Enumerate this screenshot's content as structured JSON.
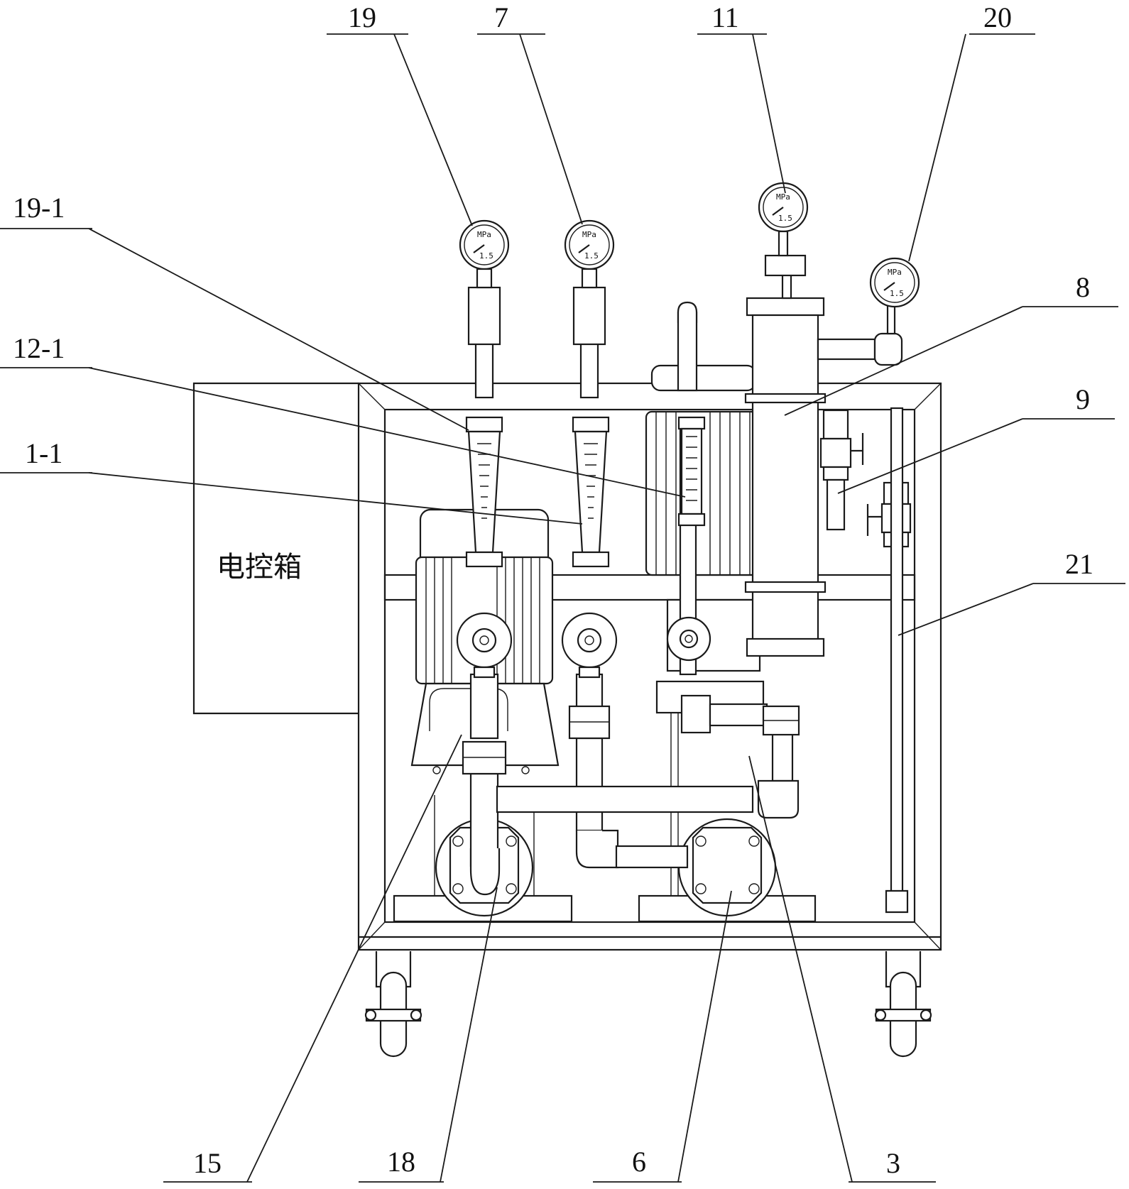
{
  "labels": {
    "l19": "19",
    "l7": "7",
    "l11": "11",
    "l20": "20",
    "l19_1": "19-1",
    "l12_1": "12-1",
    "l1_1": "1-1",
    "l8": "8",
    "l9": "9",
    "l21": "21",
    "l15": "15",
    "l18": "18",
    "l6": "6",
    "l3": "3"
  },
  "control_box": {
    "text": "电控箱"
  },
  "gauge": {
    "unit": "MPa",
    "value": "1.5"
  }
}
